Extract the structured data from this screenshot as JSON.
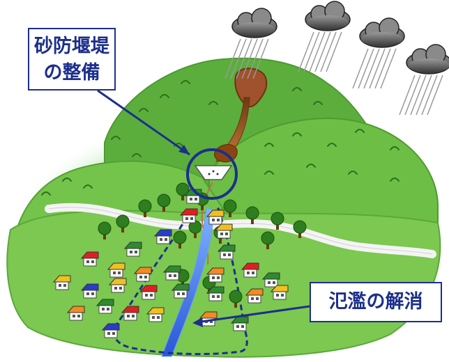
{
  "labels": {
    "dam_line1": "砂防堰堤",
    "dam_line2": "の整備",
    "flood": "氾濫の解消"
  },
  "colors": {
    "mountain": "#6cbf44",
    "mountain_dark": "#3f8a2a",
    "road": "#f4f4f4",
    "river": "#3a6ee8",
    "debris": "#a0522d",
    "callout_border": "#1c2f8c",
    "dashed_area": "#1c2f8c"
  },
  "houses": {
    "roof_colors": [
      "#e02020",
      "#f0c020",
      "#f08c20",
      "#2a3cc8",
      "#2e8b2e"
    ]
  }
}
